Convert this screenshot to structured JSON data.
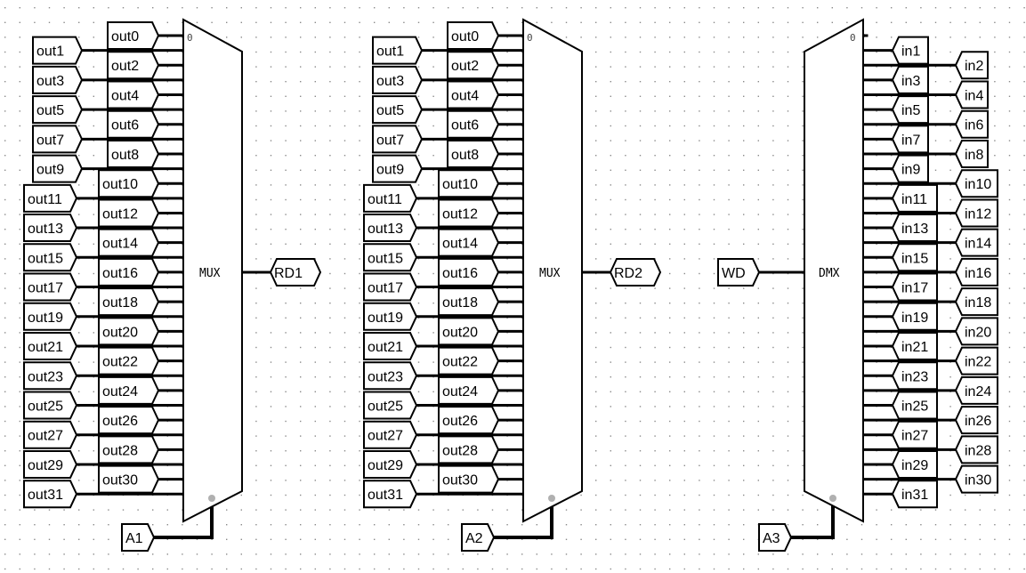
{
  "canvas": {
    "grid_dot_color": "#8a8a8a",
    "wire_color": "#000000",
    "handle_color": "#b0b0b0",
    "background": "#ffffff"
  },
  "mux1": {
    "label": "MUX",
    "zero_mark": "0",
    "output_tunnel": "RD1",
    "select_tunnel": "A1",
    "left_tunnels": [
      "out1",
      "out3",
      "out5",
      "out7",
      "out9",
      "out11",
      "out13",
      "out15",
      "out17",
      "out19",
      "out21",
      "out23",
      "out25",
      "out27",
      "out29",
      "out31"
    ],
    "right_tunnels": [
      "out0",
      "out2",
      "out4",
      "out6",
      "out8",
      "out10",
      "out12",
      "out14",
      "out16",
      "out18",
      "out20",
      "out22",
      "out24",
      "out26",
      "out28",
      "out30"
    ]
  },
  "mux2": {
    "label": "MUX",
    "zero_mark": "0",
    "output_tunnel": "RD2",
    "select_tunnel": "A2",
    "left_tunnels": [
      "out1",
      "out3",
      "out5",
      "out7",
      "out9",
      "out11",
      "out13",
      "out15",
      "out17",
      "out19",
      "out21",
      "out23",
      "out25",
      "out27",
      "out29",
      "out31"
    ],
    "right_tunnels": [
      "out0",
      "out2",
      "out4",
      "out6",
      "out8",
      "out10",
      "out12",
      "out14",
      "out16",
      "out18",
      "out20",
      "out22",
      "out24",
      "out26",
      "out28",
      "out30"
    ]
  },
  "dmx": {
    "label": "DMX",
    "zero_mark": "0",
    "input_tunnel": "WD",
    "select_tunnel": "A3",
    "near_tunnels": [
      "in1",
      "in3",
      "in5",
      "in7",
      "in9",
      "in11",
      "in13",
      "in15",
      "in17",
      "in19",
      "in21",
      "in23",
      "in25",
      "in27",
      "in29",
      "in31"
    ],
    "far_tunnels": [
      "in2",
      "in4",
      "in6",
      "in8",
      "in10",
      "in12",
      "in14",
      "in16",
      "in18",
      "in20",
      "in22",
      "in24",
      "in26",
      "in28",
      "in30"
    ]
  }
}
